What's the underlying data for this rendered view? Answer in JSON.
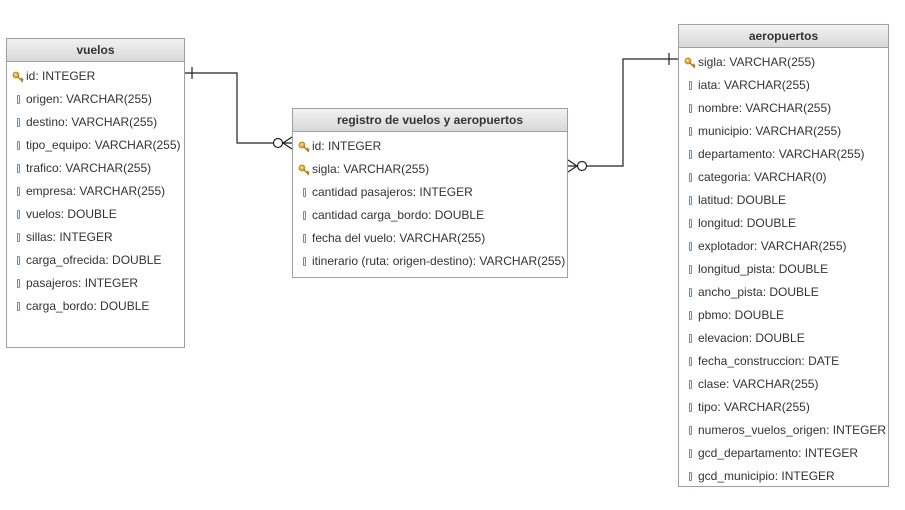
{
  "entities": {
    "vuelos": {
      "title": "vuelos",
      "fields": [
        {
          "label": "id: INTEGER",
          "icon": "key-icon"
        },
        {
          "label": "origen: VARCHAR(255)",
          "icon": "column-icon"
        },
        {
          "label": "destino: VARCHAR(255)",
          "icon": "column-icon"
        },
        {
          "label": "tipo_equipo: VARCHAR(255)",
          "icon": "column-icon"
        },
        {
          "label": "trafico: VARCHAR(255)",
          "icon": "column-icon"
        },
        {
          "label": "empresa: VARCHAR(255)",
          "icon": "column-icon"
        },
        {
          "label": "vuelos: DOUBLE",
          "icon": "column-icon"
        },
        {
          "label": "sillas: INTEGER",
          "icon": "column-icon"
        },
        {
          "label": "carga_ofrecida: DOUBLE",
          "icon": "column-icon"
        },
        {
          "label": "pasajeros: INTEGER",
          "icon": "column-icon"
        },
        {
          "label": "carga_bordo: DOUBLE",
          "icon": "column-icon"
        }
      ]
    },
    "registro": {
      "title": "registro de vuelos y aeropuertos",
      "fields": [
        {
          "label": "id: INTEGER",
          "icon": "key-icon"
        },
        {
          "label": "sigla: VARCHAR(255)",
          "icon": "key-icon"
        },
        {
          "label": "cantidad pasajeros: INTEGER",
          "icon": "column-icon"
        },
        {
          "label": "cantidad carga_bordo: DOUBLE",
          "icon": "column-icon"
        },
        {
          "label": "fecha del vuelo: VARCHAR(255)",
          "icon": "column-icon"
        },
        {
          "label": "itinerario (ruta: origen-destino): VARCHAR(255)",
          "icon": "column-icon"
        }
      ]
    },
    "aeropuertos": {
      "title": "aeropuertos",
      "fields": [
        {
          "label": "sigla: VARCHAR(255)",
          "icon": "key-icon"
        },
        {
          "label": "iata: VARCHAR(255)",
          "icon": "column-icon"
        },
        {
          "label": "nombre: VARCHAR(255)",
          "icon": "column-icon"
        },
        {
          "label": "municipio: VARCHAR(255)",
          "icon": "column-icon"
        },
        {
          "label": "departamento: VARCHAR(255)",
          "icon": "column-icon"
        },
        {
          "label": "categoria: VARCHAR(0)",
          "icon": "column-icon"
        },
        {
          "label": "latitud: DOUBLE",
          "icon": "column-icon"
        },
        {
          "label": "longitud: DOUBLE",
          "icon": "column-icon"
        },
        {
          "label": "explotador: VARCHAR(255)",
          "icon": "column-icon"
        },
        {
          "label": "longitud_pista: DOUBLE",
          "icon": "column-icon"
        },
        {
          "label": "ancho_pista: DOUBLE",
          "icon": "column-icon"
        },
        {
          "label": "pbmo: DOUBLE",
          "icon": "column-icon"
        },
        {
          "label": "elevacion: DOUBLE",
          "icon": "column-icon"
        },
        {
          "label": "fecha_construccion: DATE",
          "icon": "column-icon"
        },
        {
          "label": "clase: VARCHAR(255)",
          "icon": "column-icon"
        },
        {
          "label": "tipo: VARCHAR(255)",
          "icon": "column-icon"
        },
        {
          "label": "numeros_vuelos_origen: INTEGER",
          "icon": "column-icon"
        },
        {
          "label": "gcd_departamento: INTEGER",
          "icon": "column-icon"
        },
        {
          "label": "gcd_municipio: INTEGER",
          "icon": "column-icon"
        }
      ]
    }
  },
  "relationships": [
    {
      "from": "vuelos",
      "from_end": "one",
      "to": "registro de vuelos y aeropuertos",
      "to_end": "zero-or-many"
    },
    {
      "from": "registro de vuelos y aeropuertos",
      "from_end": "zero-or-many",
      "to": "aeropuertos",
      "to_end": "one"
    }
  ],
  "colors": {
    "line": "#222222",
    "key": "#e8b53a",
    "column_icon": "#5a8fd0",
    "header_top": "#f2f2f2",
    "header_bottom": "#d8d8d8",
    "border": "#a0a0a0"
  }
}
